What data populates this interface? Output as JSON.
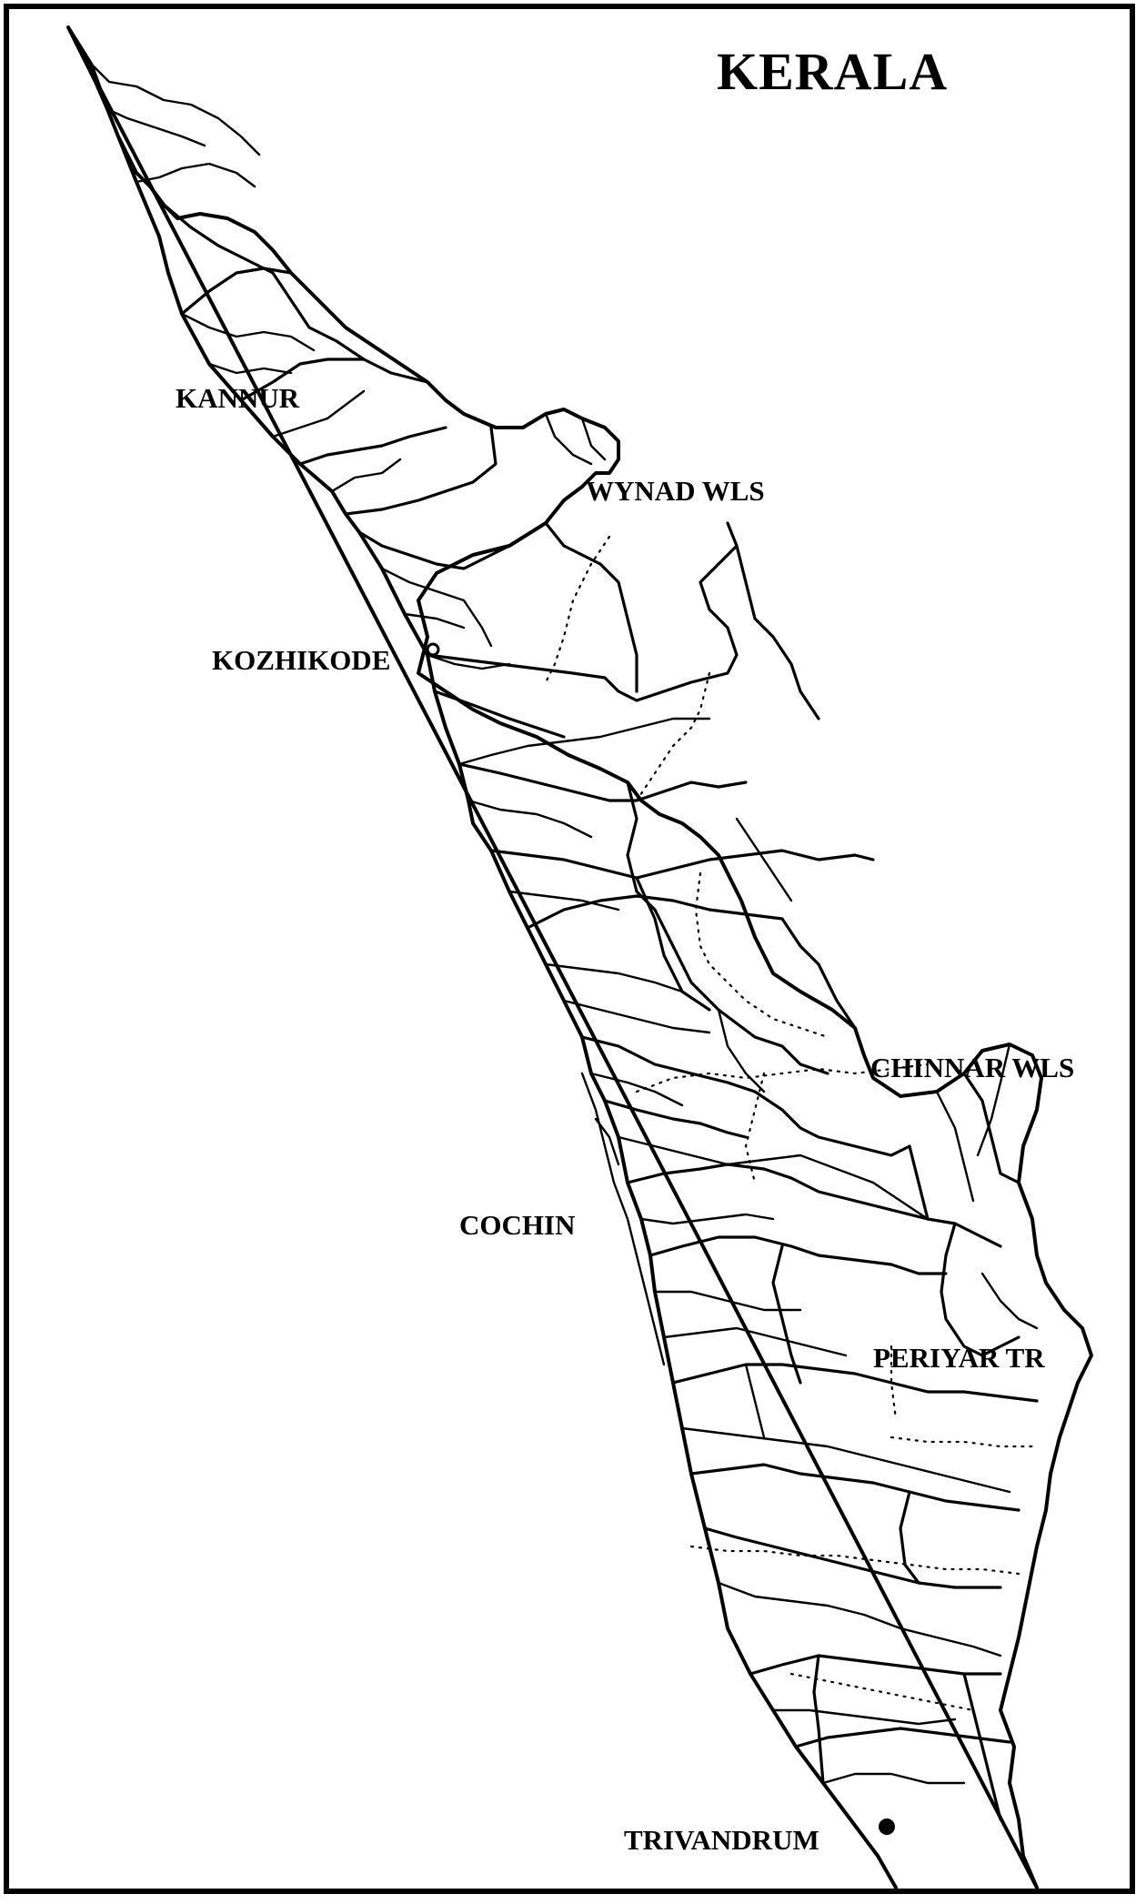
{
  "map": {
    "title": "KERALA",
    "places": {
      "kannur": "KANNUR",
      "wynad": "WYNAD WLS",
      "kozhikode": "KOZHIKODE",
      "chinnar": "CHINNAR WLS",
      "cochin": "COCHIN",
      "periyar": "PERIYAR TR",
      "trivandrum": "TRIVANDRUM"
    },
    "markers": {
      "kozhikode": "open-circle",
      "trivandrum": "filled-circle"
    }
  }
}
